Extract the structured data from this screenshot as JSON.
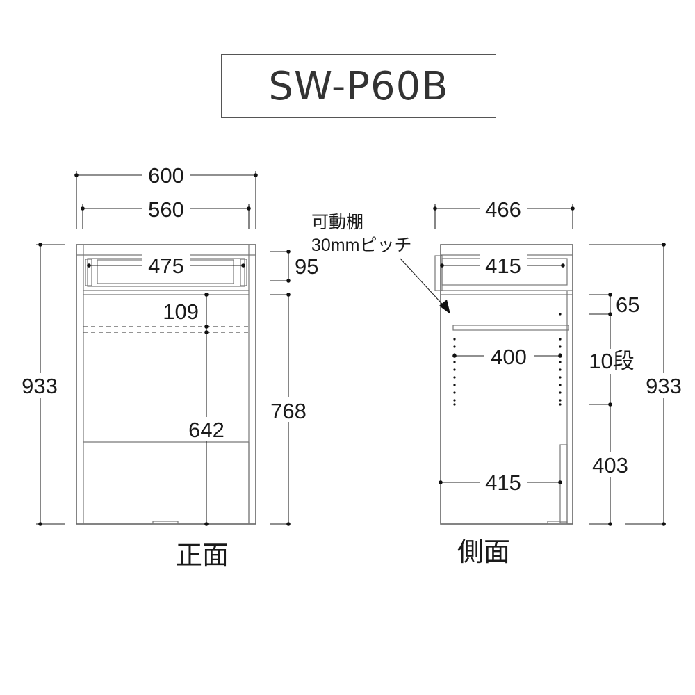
{
  "title": "SW-P60B",
  "front": {
    "label": "正面",
    "dims": {
      "overall_width": "600",
      "inner_width": "560",
      "drawer_width": "475",
      "drawer_height": "95",
      "top_gap": "109",
      "inner_height": "642",
      "body_height": "768",
      "total_height": "933"
    }
  },
  "side": {
    "label": "側面",
    "note_line1": "可動棚",
    "note_line2": "30mmピッチ",
    "dims": {
      "depth": "466",
      "drawer_depth": "415",
      "shelf_gap": "65",
      "shelf_depth": "400",
      "steps": "10段",
      "lower_height": "403",
      "bottom_depth": "415",
      "total_height": "933"
    }
  }
}
